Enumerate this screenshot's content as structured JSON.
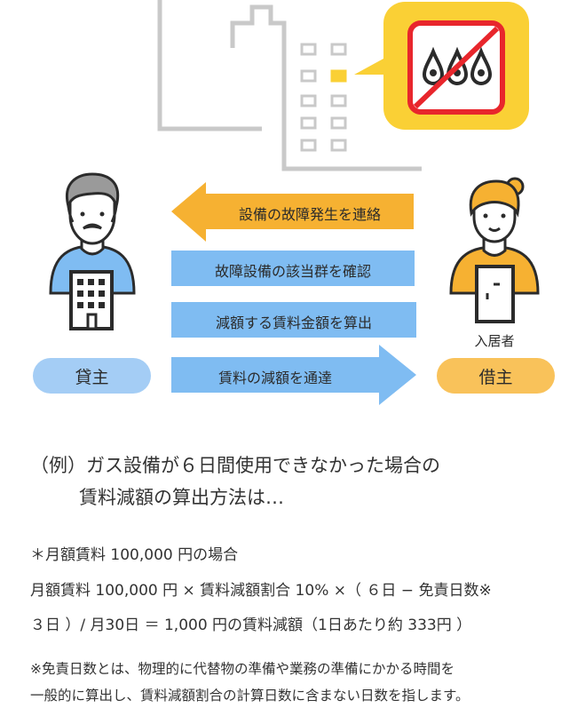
{
  "colors": {
    "orange": "#f6b132",
    "blue": "#7fbcf2",
    "blue_pill": "#a4cdf5",
    "orange_pill": "#f9c25a",
    "building_line": "#c9c9c9",
    "bubble": "#fad035",
    "no_sign": "#e8262c"
  },
  "icons": [
    "building-icon",
    "no-water-icon",
    "landlord-icon",
    "tenant-icon"
  ],
  "diagram": {
    "steps": [
      {
        "label": "設備の故障発生を連絡",
        "direction": "left",
        "color": "orange"
      },
      {
        "label": "故障設備の該当群を確認",
        "direction": "none",
        "color": "blue"
      },
      {
        "label": "減額する賃料金額を算出",
        "direction": "none",
        "color": "blue"
      },
      {
        "label": "賃料の減額を通達",
        "direction": "right",
        "color": "blue"
      }
    ],
    "landlord_label": "貸主",
    "tenant_caption": "入居者",
    "tenant_label": "借主"
  },
  "example": {
    "heading_line1": "（例）ガス設備が６日間使用できなかった場合の",
    "heading_line2": "賃料減額の算出方法は…",
    "case_line": "＊月額賃料 100,000 円の場合",
    "formula_line1": "月額賃料 100,000 円 × 賃料減額割合 10% ×（ ６日 − 免責日数※",
    "formula_line2": "３日 ）/ 月30日 ＝ 1,000 円の賃料減額（1日あたり約 333円 ）",
    "note_line1": "※免責日数とは、物理的に代替物の準備や業務の準備にかかる時間を",
    "note_line2": "一般的に算出し、賃料減額割合の計算日数に含まない日数を指します。"
  }
}
